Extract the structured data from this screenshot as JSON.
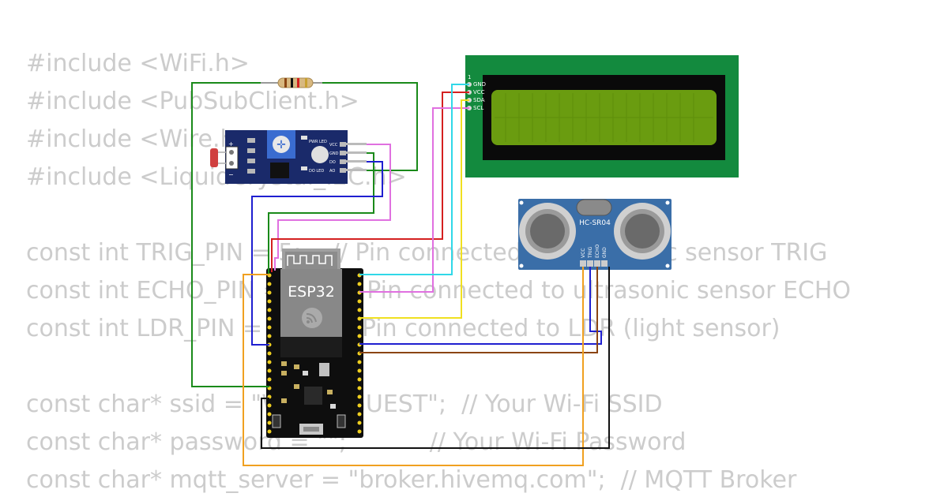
{
  "code_lines": [
    "#include <WiFi.h>",
    "#include <PubSubClient.h>",
    "#include <Wire.h>",
    "#include <LiquidCrystal_I2C.h>",
    "",
    "const int TRIG_PIN = 5;    // Pin connected to ultrasonic sensor TRIG",
    "const int ECHO_PIN = 18;  // Pin connected to ultrasonic sensor ECHO",
    "const int LDR_PIN = 34;    // Pin connected to LDR (light sensor)",
    "",
    "const char* ssid = \"Wokwi-GUEST\";  // Your Wi-Fi SSID",
    "const char* password = \"\";           // Your Wi-Fi Password",
    "const char* mqtt_server = \"broker.hivemq.com\";  // MQTT Broker"
  ],
  "esp32": {
    "label": "ESP32"
  },
  "lcd": {
    "pins": [
      "GND",
      "VCC",
      "SDA",
      "SCL"
    ],
    "pin_one": "1"
  },
  "ultrasonic": {
    "label": "HC-SR04",
    "pins": [
      "VCC",
      "TRIG",
      "ECHO",
      "GND"
    ]
  },
  "ldr_module": {
    "pins": [
      "VCC",
      "GND",
      "DO",
      "AO"
    ],
    "plus": "+",
    "minus": "−",
    "pwr_led": "PWR LED",
    "do_led": "DO LED"
  },
  "colors": {
    "code_text": "#cccccc",
    "wire_green": "#1a8a1a",
    "wire_blue": "#1f1fd0",
    "wire_red": "#d42020",
    "wire_magenta": "#e070e0",
    "wire_cyan": "#30d8e8",
    "wire_yellow": "#f0e020",
    "wire_orange": "#f0a020",
    "wire_black": "#111111",
    "wire_brown": "#8b4513",
    "lcd_board": "#138a3e",
    "lcd_screen": "#6a9c10",
    "sensor_board": "#3a6ea8",
    "ldr_board": "#1a2a6a"
  }
}
